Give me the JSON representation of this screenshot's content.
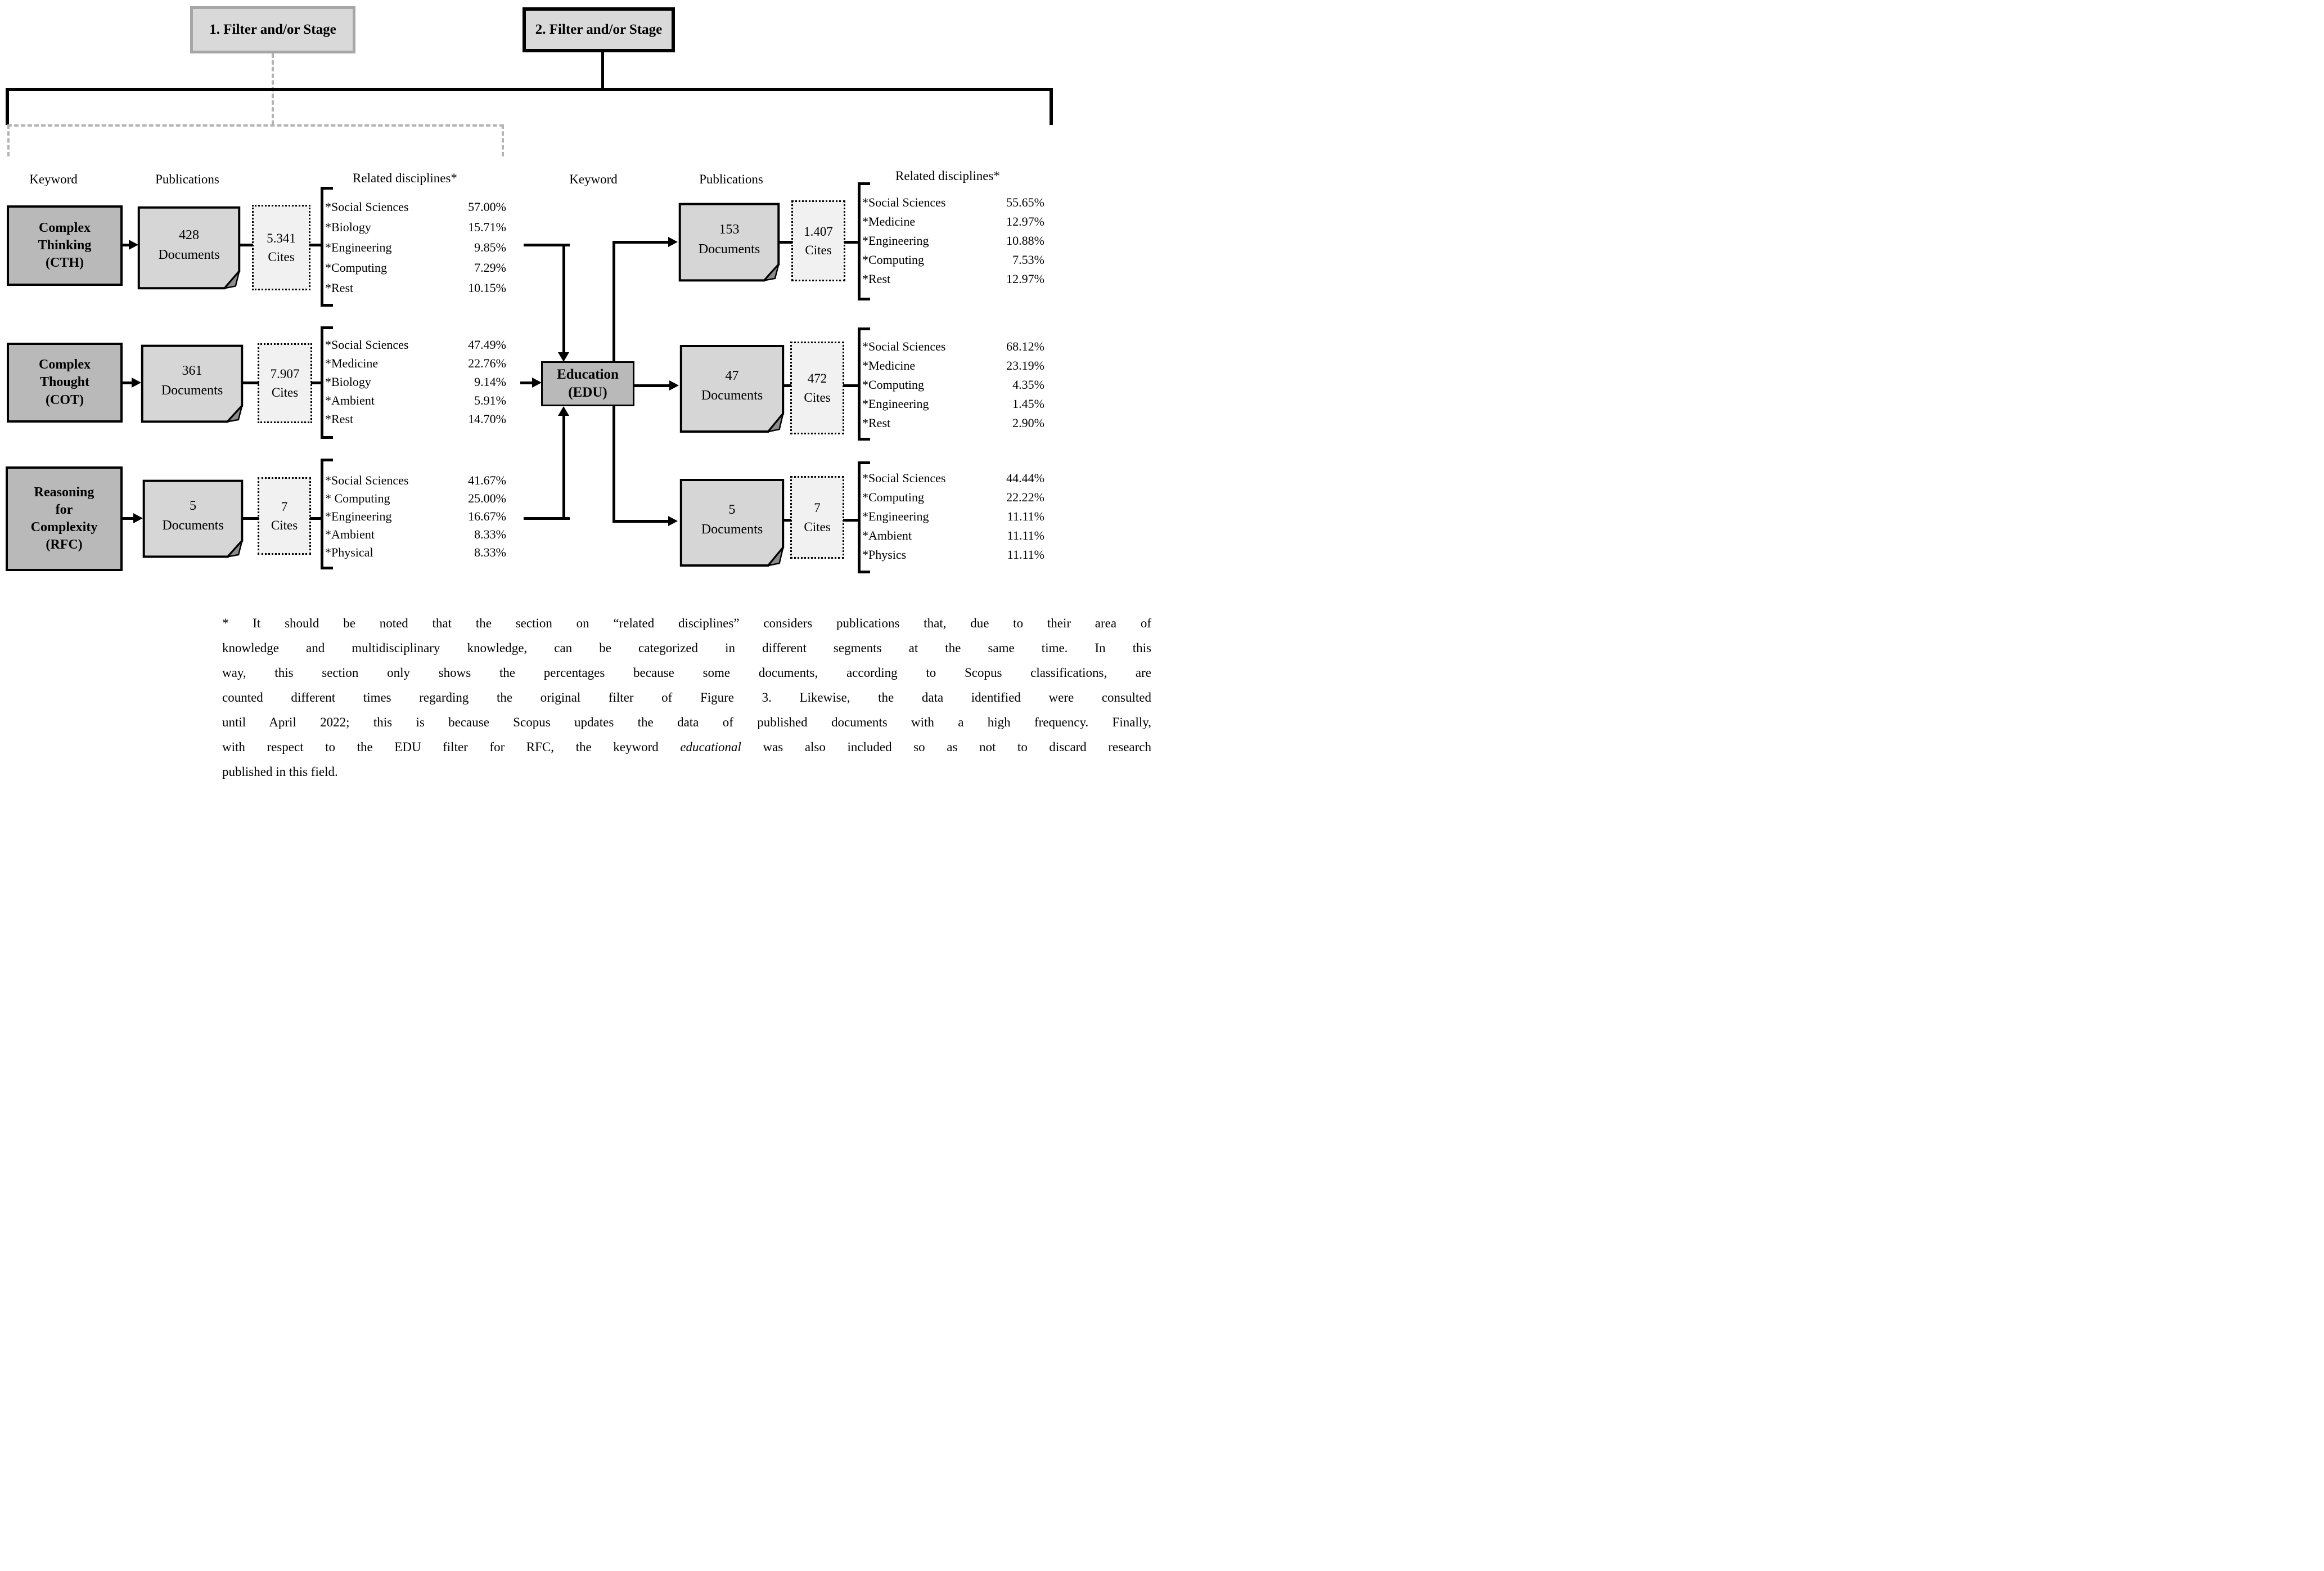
{
  "stages": [
    {
      "label": "1. Filter and/or Stage"
    },
    {
      "label": "2. Filter and/or Stage"
    }
  ],
  "columns": {
    "left": {
      "keyword": "Keyword",
      "publications": "Publications",
      "disciplines": "Related disciplines*"
    },
    "right": {
      "keyword": "Keyword",
      "publications": "Publications",
      "disciplines": "Related disciplines*"
    }
  },
  "edu": {
    "label": "Education\n(EDU)"
  },
  "left_rows": [
    {
      "keyword": "Complex\nThinking\n(CTH)",
      "documents": "428\nDocuments",
      "cites": "5.341\nCites",
      "disciplines": [
        {
          "name": "*Social Sciences",
          "pct": "57.00%"
        },
        {
          "name": "*Biology",
          "pct": "15.71%"
        },
        {
          "name": "*Engineering",
          "pct": "9.85%"
        },
        {
          "name": "*Computing",
          "pct": "7.29%"
        },
        {
          "name": "*Rest",
          "pct": "10.15%"
        }
      ]
    },
    {
      "keyword": "Complex\nThought\n(COT)",
      "documents": "361\nDocuments",
      "cites": "7.907\nCites",
      "disciplines": [
        {
          "name": "*Social Sciences",
          "pct": "47.49%"
        },
        {
          "name": "*Medicine",
          "pct": "22.76%"
        },
        {
          "name": "*Biology",
          "pct": "9.14%"
        },
        {
          "name": "*Ambient",
          "pct": "5.91%"
        },
        {
          "name": "*Rest",
          "pct": "14.70%"
        }
      ]
    },
    {
      "keyword": "Reasoning\nfor\nComplexity\n(RFC)",
      "documents": "5\nDocuments",
      "cites": "7\nCites",
      "disciplines": [
        {
          "name": "*Social Sciences",
          "pct": "41.67%"
        },
        {
          "name": "* Computing",
          "pct": "25.00%"
        },
        {
          "name": "*Engineering",
          "pct": "16.67%"
        },
        {
          "name": "*Ambient",
          "pct": "8.33%"
        },
        {
          "name": "*Physical",
          "pct": "8.33%"
        }
      ]
    }
  ],
  "right_rows": [
    {
      "documents": "153\nDocuments",
      "cites": "1.407\nCites",
      "disciplines": [
        {
          "name": "*Social Sciences",
          "pct": "55.65%"
        },
        {
          "name": "*Medicine",
          "pct": "12.97%"
        },
        {
          "name": "*Engineering",
          "pct": "10.88%"
        },
        {
          "name": "*Computing",
          "pct": "7.53%"
        },
        {
          "name": "*Rest",
          "pct": "12.97%"
        }
      ]
    },
    {
      "documents": "47\nDocuments",
      "cites": "472\nCites",
      "disciplines": [
        {
          "name": "*Social Sciences",
          "pct": "68.12%"
        },
        {
          "name": "*Medicine",
          "pct": "23.19%"
        },
        {
          "name": "*Computing",
          "pct": "4.35%"
        },
        {
          "name": "*Engineering",
          "pct": "1.45%"
        },
        {
          "name": "*Rest",
          "pct": "2.90%"
        }
      ]
    },
    {
      "documents": "5\nDocuments",
      "cites": "7\nCites",
      "disciplines": [
        {
          "name": "*Social Sciences",
          "pct": "44.44%"
        },
        {
          "name": "*Computing",
          "pct": "22.22%"
        },
        {
          "name": "*Engineering",
          "pct": "11.11%"
        },
        {
          "name": "*Ambient",
          "pct": "11.11%"
        },
        {
          "name": "*Physics",
          "pct": "11.11%"
        }
      ]
    }
  ],
  "footnote": {
    "lines": [
      "* It should be noted that the section on “related disciplines” considers publications that, due to their area of",
      "knowledge and multidisciplinary knowledge, can be categorized in different segments at the same time. In this",
      "way, this section only shows the percentages because some documents, according to Scopus classifications, are",
      "counted different times regarding the original filter of Figure 3. Likewise, the data identified were consulted",
      "until April 2022; this is because Scopus updates the data of published documents with a high frequency. Finally,",
      "published in this field."
    ],
    "line6_before": "with respect to the EDU filter for RFC, the keyword ",
    "line6_italic": "educational",
    "line6_after": " was also included so as not to discard research"
  },
  "colors": {
    "keyword_box_fill": "#b9b9b9",
    "document_box_fill": "#d6d6d6",
    "cites_box_fill": "#f1f1f1",
    "header_fill": "#d9d9d9",
    "header1_border": "#a6a6a6",
    "dashed_gray": "#b3b3b3",
    "fold_gray": "#8c8c8c",
    "line_black": "#000000"
  }
}
